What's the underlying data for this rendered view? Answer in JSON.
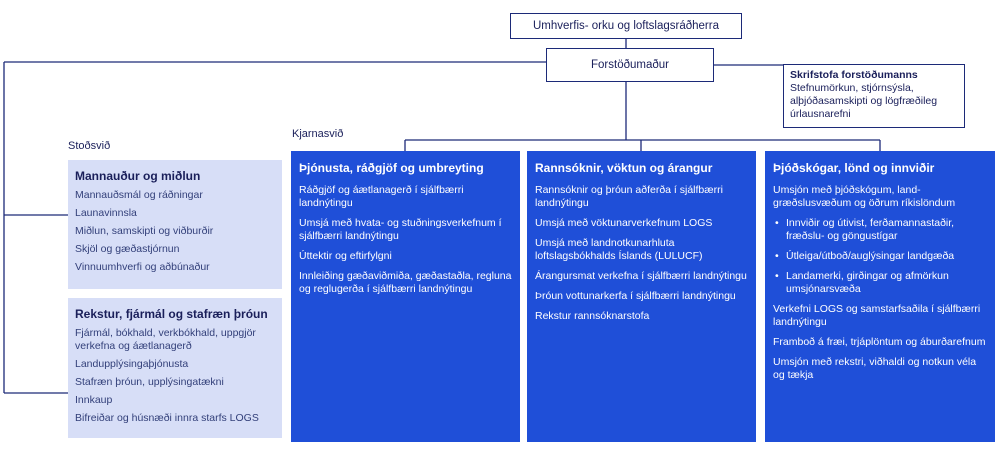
{
  "top": {
    "ministry": "Umhverfis- orku og loftslagsráðherra",
    "director": "Forstöðumaður",
    "office_title": "Skrifstofa forstöðumanns",
    "office_desc": "Stefnumörkun, stjórnsýsla, alþjóðasamskipti og lögfræðileg úrlausnarefni"
  },
  "support": {
    "label": "Stoðsvið",
    "boxes": [
      {
        "title": "Mannauður og miðlun",
        "items": [
          "Mannauðsmál og ráðningar",
          "Launavinnsla",
          "Miðlun, samskipti og viðburðir",
          "Skjöl og gæðastjórnun",
          "Vinnuumhverfi og aðbúnaður"
        ]
      },
      {
        "title": "Rekstur, fjármál og stafræn þróun",
        "items": [
          "Fjármál, bókhald, verkbókhald, uppgjör verkefna og áætlanagerð",
          "Landupplýsingaþjónusta",
          "Stafræn þróun, upplýsingatækni",
          "Innkaup",
          "Bifreiðar og húsnæði innra starfs LOGS"
        ]
      }
    ]
  },
  "core": {
    "label": "Kjarnasvið",
    "boxes": [
      {
        "title": "Þjónusta, ráðgjöf og umbreyting",
        "items": [
          "Ráðgjöf og áætlanagerð í sjálfbærri landnýtingu",
          "Umsjá með hvata- og stuðningsverkefnum í sjálfbærri landnýtingu",
          "Úttektir og eftirfylgni",
          "Innleiðing gæðaviðmiða, gæðastaðla, regluna og reglugerða í sjálfbærri landnýtingu"
        ]
      },
      {
        "title": "Rannsóknir, vöktun og árangur",
        "items": [
          "Rannsóknir og þróun aðferða í sjálfbærri landnýtingu",
          "Umsjá með vöktunarverkefnum LOGS",
          "Umsjá með landnotkunarhluta loftslagsbókhalds Íslands (LULUCF)",
          "Árangursmat verkefna í sjálfbærri landnýtingu",
          "Þróun vottunarkerfa í sjálfbærri landnýtingu",
          "Rekstur rannsóknarstofa"
        ]
      },
      {
        "title": "Þjóðskógar, lönd og innviðir",
        "intro": "Umsjón með þjóðskógum, land-græðslusvæðum og öðrum ríkislöndum",
        "bullets": [
          "Innviðir og útivist, ferðamannastaðir, fræðslu- og göngustígar",
          "Útleiga/útboð/auglýsingar landgæða",
          "Landamerki, girðingar og afmörkun umsjónarsvæða"
        ],
        "items": [
          "Verkefni LOGS og samstarfsaðila í sjálfbærri landnýtingu",
          "Framboð á fræi, trjáplöntum og áburðarefnum",
          "Umsjón með rekstri, viðhaldi og notkun véla og tækja"
        ]
      }
    ]
  }
}
